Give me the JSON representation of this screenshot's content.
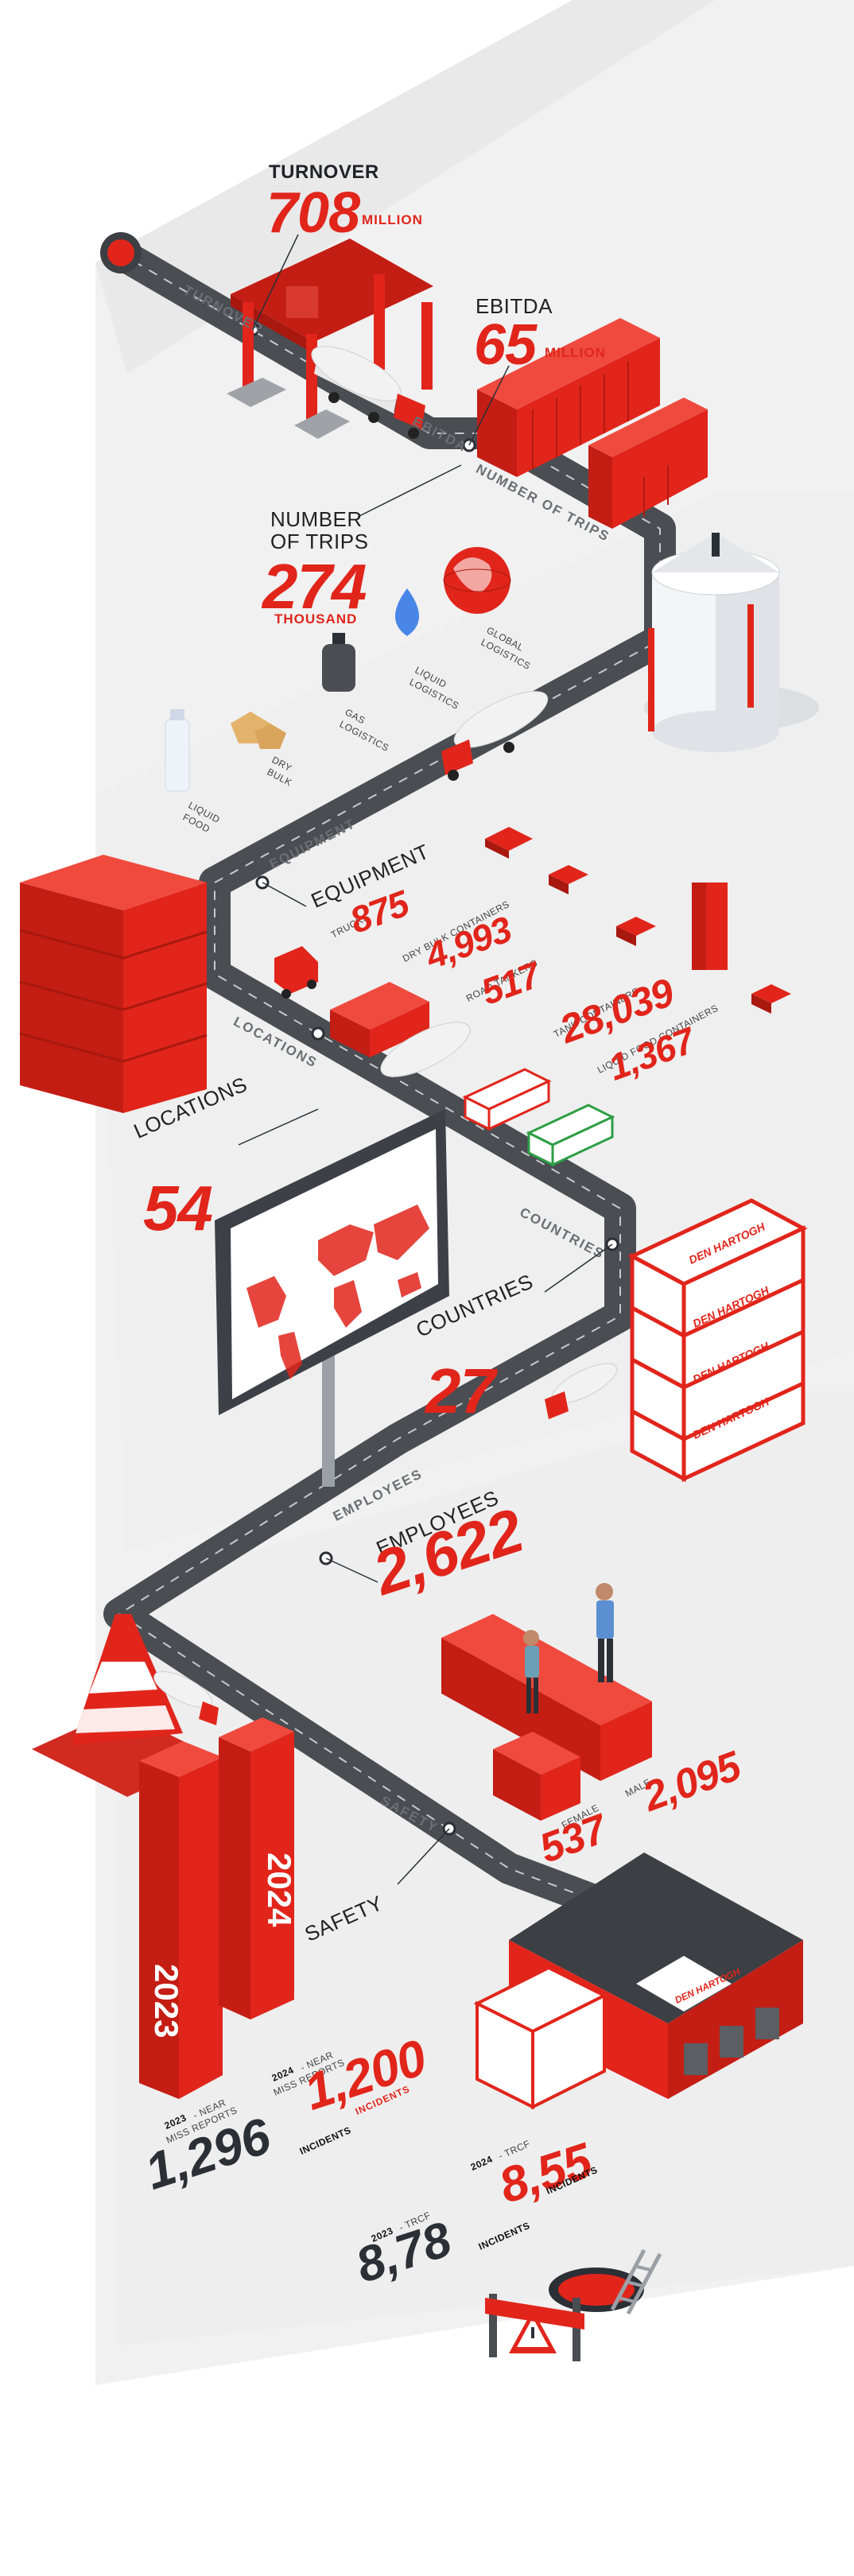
{
  "turnover": {
    "label": "TURNOVER",
    "value": "708",
    "unit": "MILLION"
  },
  "ebitda": {
    "label": "EBITDA",
    "value": "65",
    "unit": "MILLION"
  },
  "trips": {
    "label_line1": "NUMBER",
    "label_line2": "OF TRIPS",
    "value": "274",
    "unit": "THOUSAND"
  },
  "logistics": [
    {
      "line1": "LIQUID",
      "line2": "FOOD"
    },
    {
      "line1": "DRY",
      "line2": "BULK"
    },
    {
      "line1": "GAS",
      "line2": "LOGISTICS"
    },
    {
      "line1": "LIQUID",
      "line2": "LOGISTICS"
    },
    {
      "line1": "GLOBAL",
      "line2": "LOGISTICS"
    }
  ],
  "equipment": {
    "label": "EQUIPMENT",
    "items": [
      {
        "label": "TRUCKS",
        "value": "875"
      },
      {
        "label": "DRY BULK CONTAINERS",
        "value": "4,993"
      },
      {
        "label": "ROAD TANKERS",
        "value": "517"
      },
      {
        "label": "TANK CONTAINERS",
        "value": "28,039"
      },
      {
        "label": "LIQUID FOOD CONTAINERS",
        "value": "1,367"
      }
    ]
  },
  "locations": {
    "label": "LOCATIONS",
    "value": "54"
  },
  "countries": {
    "label": "COUNTRIES",
    "value": "27"
  },
  "employees": {
    "label": "EMPLOYEES",
    "value": "2,622",
    "female": {
      "label": "FEMALE",
      "value": "537"
    },
    "male": {
      "label": "MALE",
      "value": "2,095"
    }
  },
  "safety": {
    "label": "SAFETY",
    "bar_2023": "2023",
    "bar_2024": "2024",
    "near_miss_2023": {
      "year": "2023",
      "label_line1": "- NEAR",
      "label_line2": "MISS REPORTS",
      "value": "1,296",
      "unit": "INCIDENTS"
    },
    "near_miss_2024": {
      "year": "2024",
      "label_line1": "- NEAR",
      "label_line2": "MISS REPORTS",
      "value": "1,200",
      "unit": "INCIDENTS"
    },
    "trcf_2023": {
      "year": "2023",
      "label": "- TRCF",
      "value": "8,78",
      "unit": "INCIDENTS"
    },
    "trcf_2024": {
      "year": "2024",
      "label": "- TRCF",
      "value": "8,55",
      "unit": "INCIDENTS"
    }
  },
  "road_labels": [
    "TURNOVER",
    "EBITDA",
    "NUMBER OF TRIPS",
    "EQUIPMENT",
    "LOCATIONS",
    "COUNTRIES",
    "EMPLOYEES",
    "SAFETY"
  ],
  "brand": {
    "name": "DEN HARTOGH"
  },
  "colors": {
    "red": "#e1251b",
    "dark_red": "#a8180f",
    "road": "#4a4d52",
    "grey": "#e6e6e6",
    "text_dark": "#2b2f36"
  }
}
